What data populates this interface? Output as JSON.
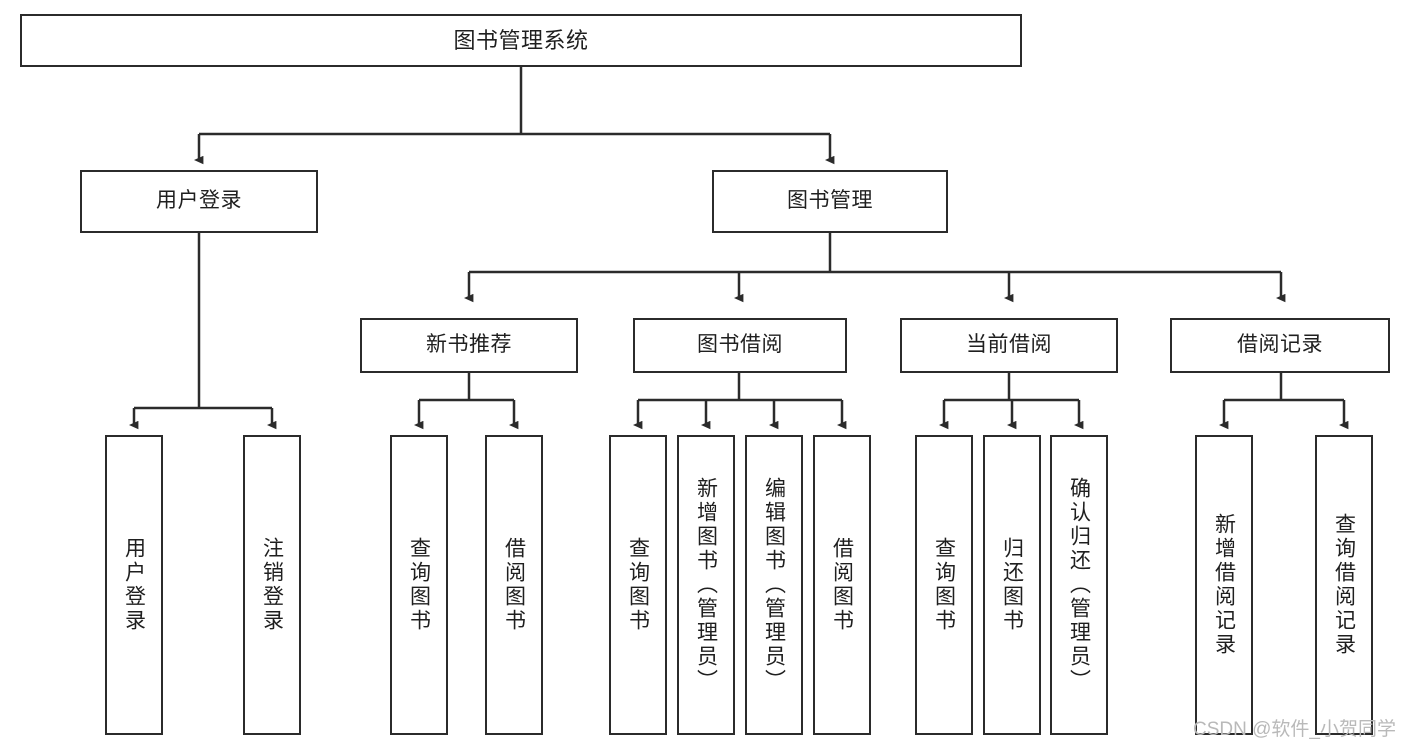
{
  "diagram": {
    "type": "tree",
    "title": "图书管理系统",
    "background": "#ffffff",
    "line_color": "#2b2b2b",
    "text_color": "#1f1f1f",
    "nodes": {
      "root": {
        "label": "图书管理系统"
      },
      "level1": [
        {
          "label": "用户登录"
        },
        {
          "label": "图书管理"
        }
      ],
      "level2": [
        {
          "label": "新书推荐"
        },
        {
          "label": "图书借阅"
        },
        {
          "label": "当前借阅"
        },
        {
          "label": "借阅记录"
        }
      ],
      "leaves": {
        "user_login": [
          {
            "label": "用户登录"
          },
          {
            "label": "注销登录"
          }
        ],
        "new_book": [
          {
            "label": "查询图书"
          },
          {
            "label": "借阅图书"
          }
        ],
        "borrow_book": [
          {
            "label": "查询图书"
          },
          {
            "label": "新增图书（管理员）"
          },
          {
            "label": "编辑图书（管理员）"
          },
          {
            "label": "借阅图书"
          }
        ],
        "current_borrow": [
          {
            "label": "查询图书"
          },
          {
            "label": "归还图书"
          },
          {
            "label": "确认归还（管理员）"
          }
        ],
        "borrow_record": [
          {
            "label": "新增借阅记录"
          },
          {
            "label": "查询借阅记录"
          }
        ]
      }
    }
  },
  "watermark": {
    "text": "CSDN @软件_小贺同学",
    "color": "#b9b9b9"
  }
}
